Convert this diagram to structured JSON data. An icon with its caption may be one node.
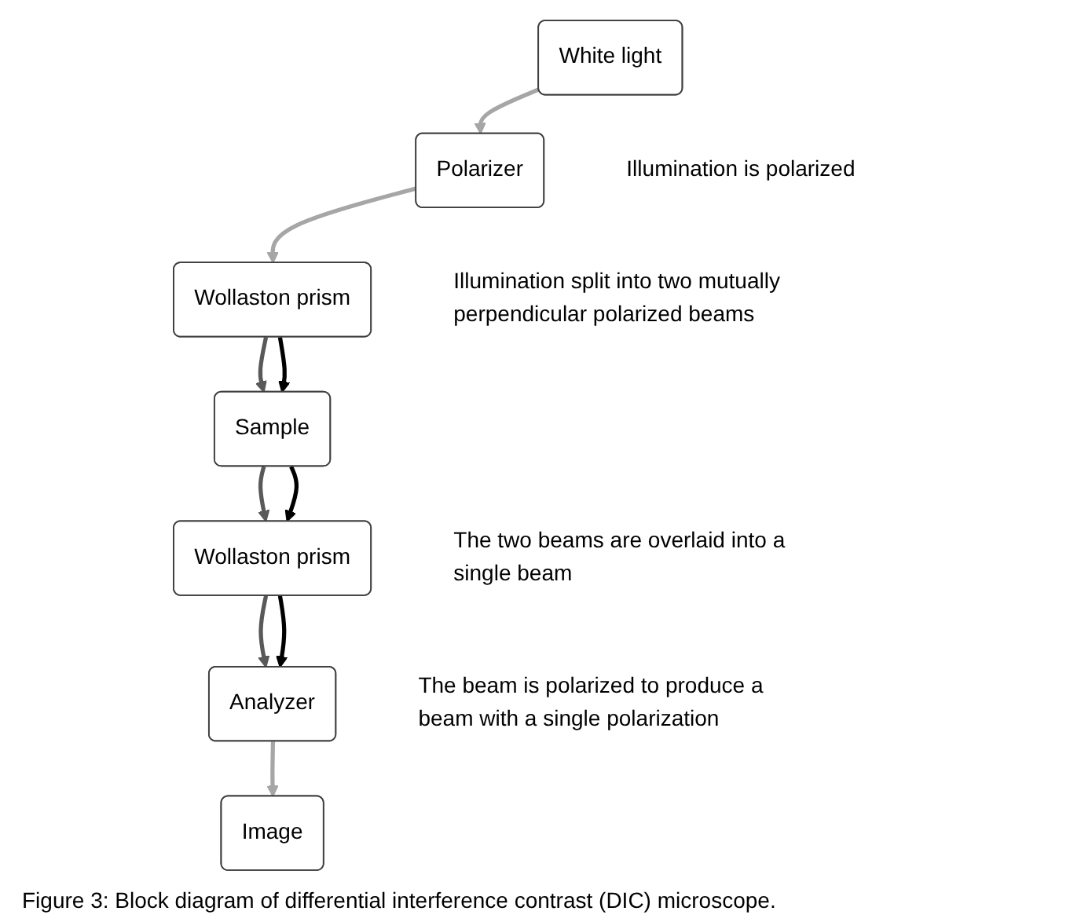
{
  "diagram": {
    "caption": "Figure 3: Block diagram of differential interference contrast (DIC) microscope.",
    "nodes": [
      {
        "text": [
          "White light"
        ]
      },
      {
        "text": [
          "Polarizer"
        ],
        "beside": [
          "Illumination is polarized"
        ]
      },
      {
        "text": [
          "Wollaston prism"
        ],
        "beside": [
          "Illumination split into two mutually perpendicular polarized beams"
        ]
      },
      {
        "text": [
          "Sample"
        ]
      },
      {
        "text": [
          "Wollaston prism"
        ],
        "beside": [
          "The two beams are overlaid into a single beam"
        ]
      },
      {
        "text": [
          "Analyzer"
        ],
        "beside": [
          "The beam is polarized to produce a beam with a single polarization"
        ]
      },
      {
        "text": [
          "Image"
        ]
      }
    ],
    "edges": [
      {
        "from": 0,
        "to": 1,
        "arrow": "to",
        "color": "#a6a6a6"
      },
      {
        "from": 1,
        "to": 2,
        "arrow": "to",
        "color": "#a6a6a6"
      },
      {
        "from": 2,
        "to": 3,
        "arrow": "to",
        "color": "#595959"
      },
      {
        "from": 2,
        "to": 3,
        "arrow": "to",
        "color": "#000000"
      },
      {
        "from": 3,
        "to": 4,
        "arrow": "to",
        "color": "#595959"
      },
      {
        "from": 3,
        "to": 4,
        "arrow": "to",
        "color": "#000000"
      },
      {
        "from": 4,
        "to": 5,
        "arrow": "to",
        "color": "#595959"
      },
      {
        "from": 4,
        "to": 5,
        "arrow": "to",
        "color": "#000000"
      },
      {
        "from": 5,
        "to": 6,
        "arrow": "to",
        "color": "#a6a6a6"
      }
    ]
  }
}
